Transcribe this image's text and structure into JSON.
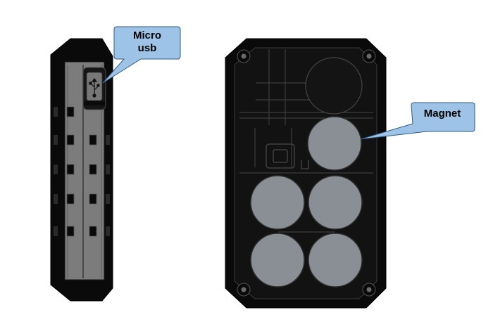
{
  "callouts": {
    "usb": "Micro\nusb",
    "magnet": "Magnet"
  },
  "colors": {
    "housing": "#0a0a0a",
    "inner_shadow": "#1c1c1c",
    "side_panel": "#7c7c7c",
    "magnet": "#8a8f95",
    "callout_fill": "#9dc3e6",
    "callout_stroke": "#2f5b8a",
    "background": "#ffffff"
  },
  "figures": [
    "side-view",
    "inside-view"
  ],
  "magnet_count": 5
}
